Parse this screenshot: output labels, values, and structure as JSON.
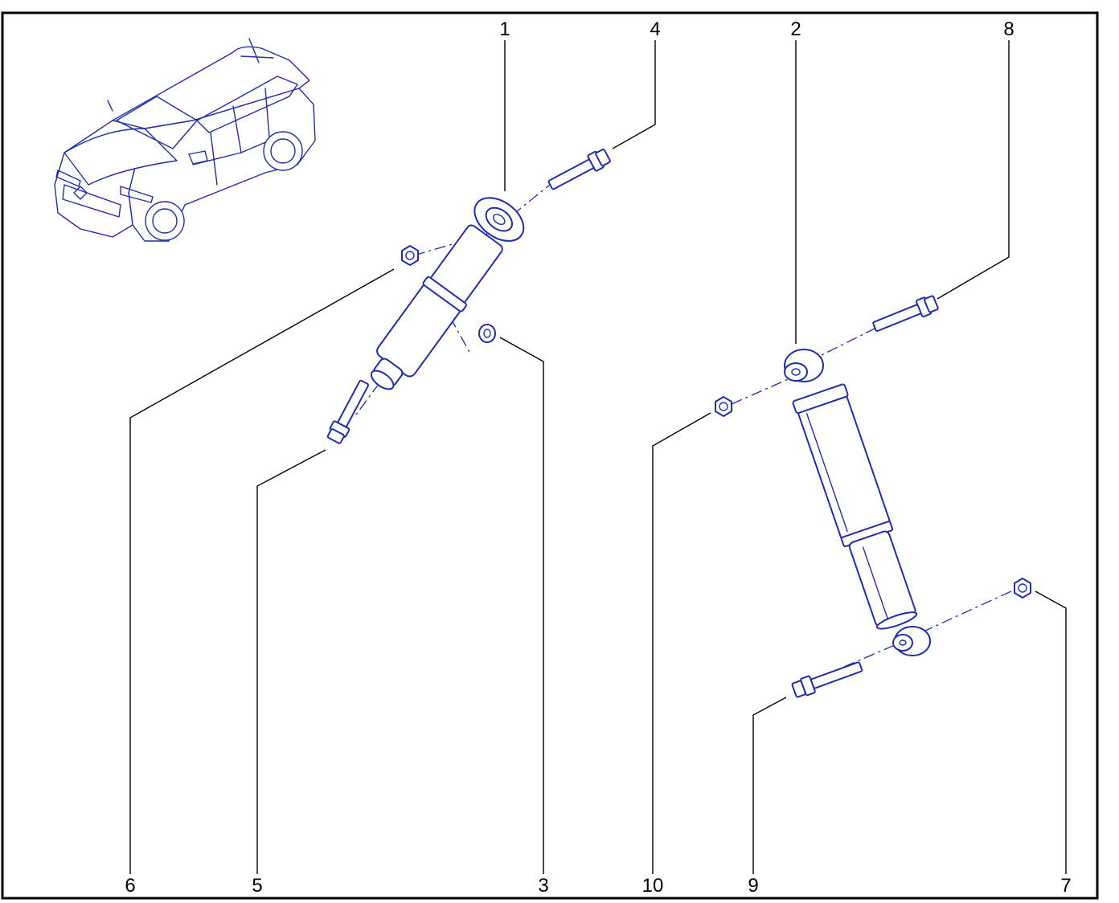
{
  "diagram": {
    "callouts": [
      {
        "id": "1",
        "label": "1"
      },
      {
        "id": "2",
        "label": "2"
      },
      {
        "id": "3",
        "label": "3"
      },
      {
        "id": "4",
        "label": "4"
      },
      {
        "id": "5",
        "label": "5"
      },
      {
        "id": "6",
        "label": "6"
      },
      {
        "id": "7",
        "label": "7"
      },
      {
        "id": "8",
        "label": "8"
      },
      {
        "id": "9",
        "label": "9"
      },
      {
        "id": "10",
        "label": "10"
      }
    ],
    "colors": {
      "line_art": "#1f2fa8",
      "leader": "#000000",
      "frame": "#000000"
    },
    "icons": {
      "vehicle": "vehicle-location-icon"
    }
  }
}
